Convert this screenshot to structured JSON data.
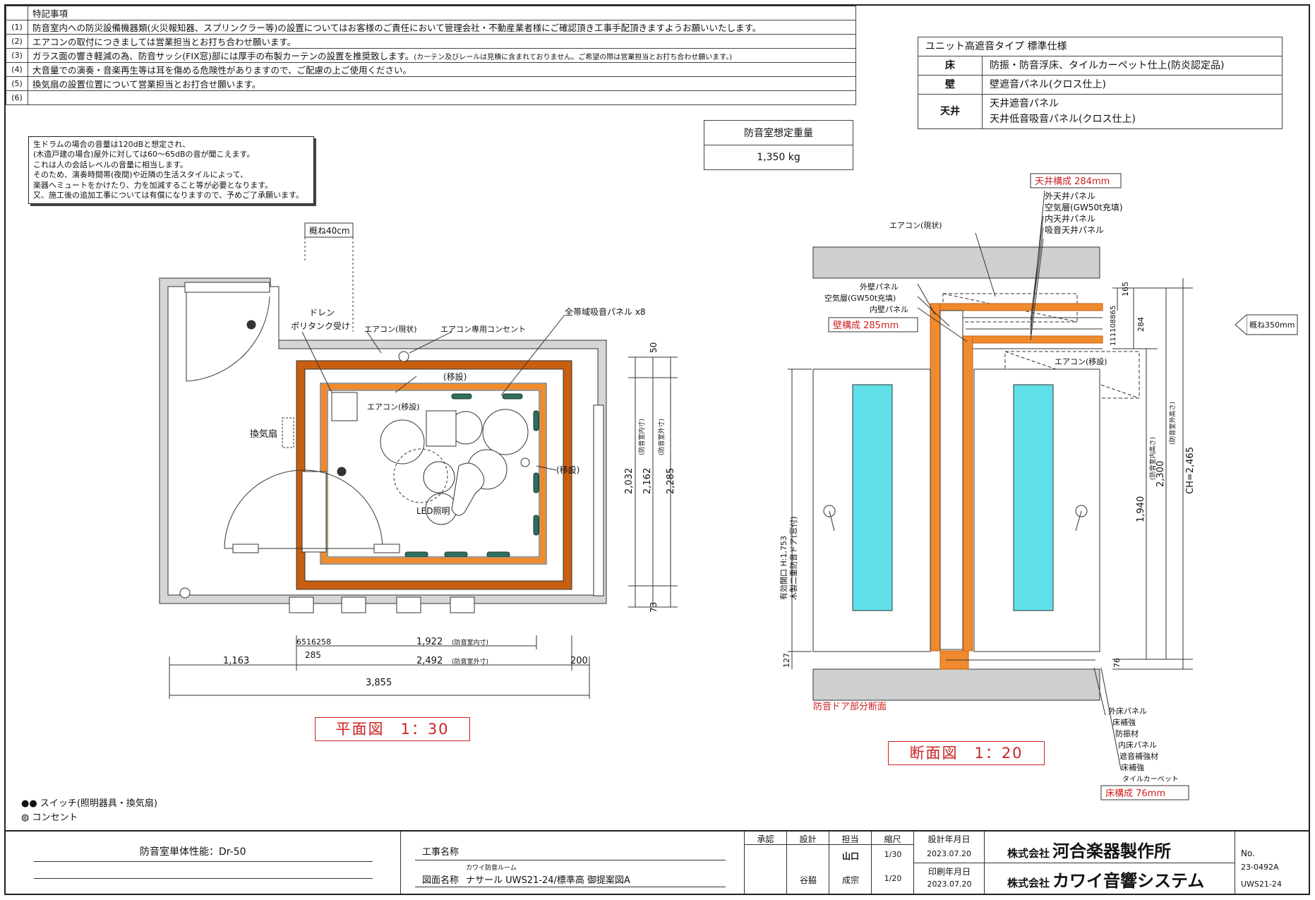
{
  "notes": {
    "header": "特記事項",
    "items": [
      {
        "no": "(1)",
        "text": "防音室内への防災設備機器類(火災報知器、スプリンクラー等)の設置についてはお客様のご責任において管理会社・不動産業者様にご確認頂き工事手配頂きますようお願いいたします。",
        "sub": ""
      },
      {
        "no": "(2)",
        "text": "エアコンの取付につきましては営業担当とお打ち合わせ願います。",
        "sub": ""
      },
      {
        "no": "(3)",
        "text": "ガラス面の響き軽減の為、防音サッシ(FIX窓)部には厚手の布製カーテンの設置を推奨致します。",
        "sub": "(カーテン及びレールは見積に含まれておりません。ご希望の際は営業担当とお打ち合わせ願います。)"
      },
      {
        "no": "(4)",
        "text": "大音量での演奏・音楽再生等は耳を傷める危険性がありますので、ご配慮の上ご使用ください。",
        "sub": ""
      },
      {
        "no": "(5)",
        "text": "換気扇の設置位置について営業担当とお打合せ願います。",
        "sub": ""
      },
      {
        "no": "(6)",
        "text": "",
        "sub": ""
      }
    ]
  },
  "spec": {
    "title": "ユニット高遮音タイプ 標準仕様",
    "rows": [
      {
        "key": "床",
        "value": "防振・防音浮床、タイルカーペット仕上(防炎認定品)"
      },
      {
        "key": "壁",
        "value": "壁遮音パネル(クロス仕上)"
      },
      {
        "key": "天井",
        "value": "天井遮音パネル",
        "value2": "天井低音吸音パネル(クロス仕上)"
      }
    ]
  },
  "weight": {
    "label": "防音室想定重量",
    "value": "1,350 kg"
  },
  "warning": [
    "生ドラムの場合の音量は120dBと想定され、",
    "(木造戸建の場合)屋外に対しては60～65dBの音が聞こえます。",
    "これは人の会話レベルの音量に相当します。",
    "そのため、演奏時間帯(夜間)や近隣の生活スタイルによって、",
    "楽器へミュートをかけたり、力を加減すること等が必要となります。",
    "又、施工後の追加工事については有償になりますので、予めご了承願います。"
  ],
  "plan": {
    "approx40": "概ね40cm",
    "drain": "ドレン",
    "drain_tank": "ポリタンク受け",
    "ac_existing": "エアコン(現状)",
    "ac_outlet": "エアコン専用コンセント",
    "absorber": "全帯域吸音パネル x8",
    "relocate": "(移設)",
    "ac_relocate": "エアコン(移設)",
    "relocate2": "(移設)",
    "vent": "換気扇",
    "led": "LED照明",
    "dim_50": "50",
    "dim_73": "73",
    "dim_2032": "2,032",
    "dim_2032_note": "(防音室内寸)",
    "dim_2162": "2,162",
    "dim_2162_note": "(防音室外寸)",
    "dim_2285": "2,285",
    "dim_small": "6516258",
    "dim_1922": "1,922",
    "dim_1922_note": "(防音室内寸)",
    "dim_285": "285",
    "dim_1163": "1,163",
    "dim_2492": "2,492",
    "dim_2492_note": "(防音室外寸)",
    "dim_200": "200",
    "dim_3855": "3,855",
    "title": "平面図　1：30"
  },
  "section": {
    "ceiling_comp": "天井構成 284mm",
    "ceiling_layers": [
      "外天井パネル",
      "空気層(GW50t充填)",
      "内天井パネル",
      "吸音天井パネル"
    ],
    "ac_existing": "エアコン(現状)",
    "wall_layers": [
      "外壁パネル",
      "空気層(GW50t充填)",
      "内壁パネル"
    ],
    "wall_comp": "壁構成 285mm",
    "ac_relocate": "エアコン(移設)",
    "dim_165": "165",
    "dim_284": "284",
    "dim_ceiling_small": "111108865",
    "approx350": "概ね350mm",
    "door_label": "有効開口 H:1,753",
    "door_label2": "木製二重防音ドア(窓付)",
    "dim_1940": "1,940",
    "dim_1940_note": "(防音室内高さ)",
    "dim_2300": "2,300",
    "dim_2300_note": "(防音室外高さ)",
    "dim_ch": "CH=2,465",
    "dim_127": "127",
    "dim_76": "76",
    "door_section": "防音ドア部分断面",
    "floor_layers": [
      "外床パネル",
      "床補強",
      "防振材",
      "内床パネル",
      "遮音補強材",
      "床補強",
      "タイルカーペット"
    ],
    "floor_comp": "床構成 76mm",
    "title": "断面図　1：20"
  },
  "legend": {
    "switch": "スイッチ(照明器具・換気扇)",
    "outlet": "コンセント"
  },
  "titleblock": {
    "performance": "防音室単体性能：Dr-50",
    "project_label": "工事名称",
    "drawing_label": "図面名称",
    "drawing_small": "カワイ防音ルーム",
    "drawing_name": "ナサール UWS21-24/標準高 御提案図A",
    "approve": "承認",
    "design": "設計",
    "charge": "担当",
    "scale": "縮尺",
    "designer": "谷脇",
    "person1": "山口",
    "person2": "成宗",
    "scale1": "1/30",
    "scale2": "1/20",
    "design_date_label": "設計年月日",
    "design_date": "2023.07.20",
    "print_date_label": "印刷年月日",
    "print_date": "2023.07.20",
    "company1_prefix": "株式会社",
    "company1": "河合楽器製作所",
    "company2_prefix": "株式会社",
    "company2": "カワイ音響システム",
    "no_label": "No.",
    "no1": "23-0492A",
    "no2": "UWS21-24"
  },
  "colors": {
    "panel": "#f08a2e",
    "panel_dark": "#c85f10",
    "glass": "#5fe0e8",
    "red": "#cc2222",
    "wall": "#cfcfcf",
    "floor": "#bdbdbd"
  }
}
